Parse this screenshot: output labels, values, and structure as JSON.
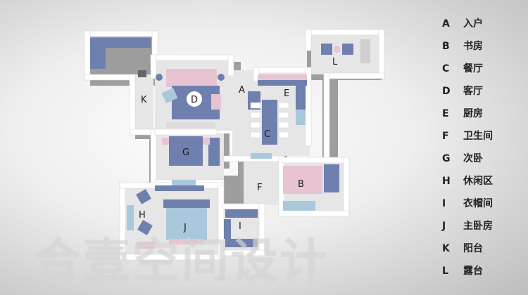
{
  "rooms": [
    {
      "key": "A",
      "name": "入户"
    },
    {
      "key": "B",
      "name": "书房"
    },
    {
      "key": "C",
      "name": "餐厅"
    },
    {
      "key": "D",
      "name": "客厅"
    },
    {
      "key": "E",
      "name": "厨房"
    },
    {
      "key": "F",
      "name": "卫生间"
    },
    {
      "key": "G",
      "name": "次卧"
    },
    {
      "key": "H",
      "name": "休闲区"
    },
    {
      "key": "I",
      "name": "衣帽间"
    },
    {
      "key": "J",
      "name": "主卧房"
    },
    {
      "key": "K",
      "name": "阳台"
    },
    {
      "key": "L",
      "name": "露台"
    }
  ],
  "watermark": "合壹空间设计",
  "colors": {
    "blue": "#6f7fae",
    "pink": "#e7c3d3",
    "lightblue": "#a9c8dc",
    "wall": "#ffffff",
    "shadow": "#8e8e8e"
  }
}
